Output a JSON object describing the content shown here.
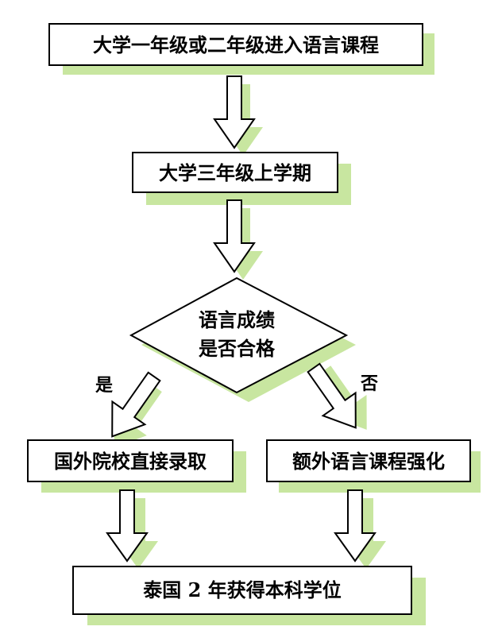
{
  "nodes": {
    "step1": "大学一年级或二年级进入语言课程",
    "step2": "大学三年级上学期",
    "decision_line1": "语言成绩",
    "decision_line2": "是否合格",
    "yes_branch": "是",
    "no_branch": "否",
    "yes_result": "国外院校直接录取",
    "no_result": "额外语言课程强化",
    "final": "泰国 2 年获得本科学位"
  },
  "colors": {
    "shadow": "#c8e6a0",
    "border": "#000000",
    "fill": "#ffffff"
  }
}
